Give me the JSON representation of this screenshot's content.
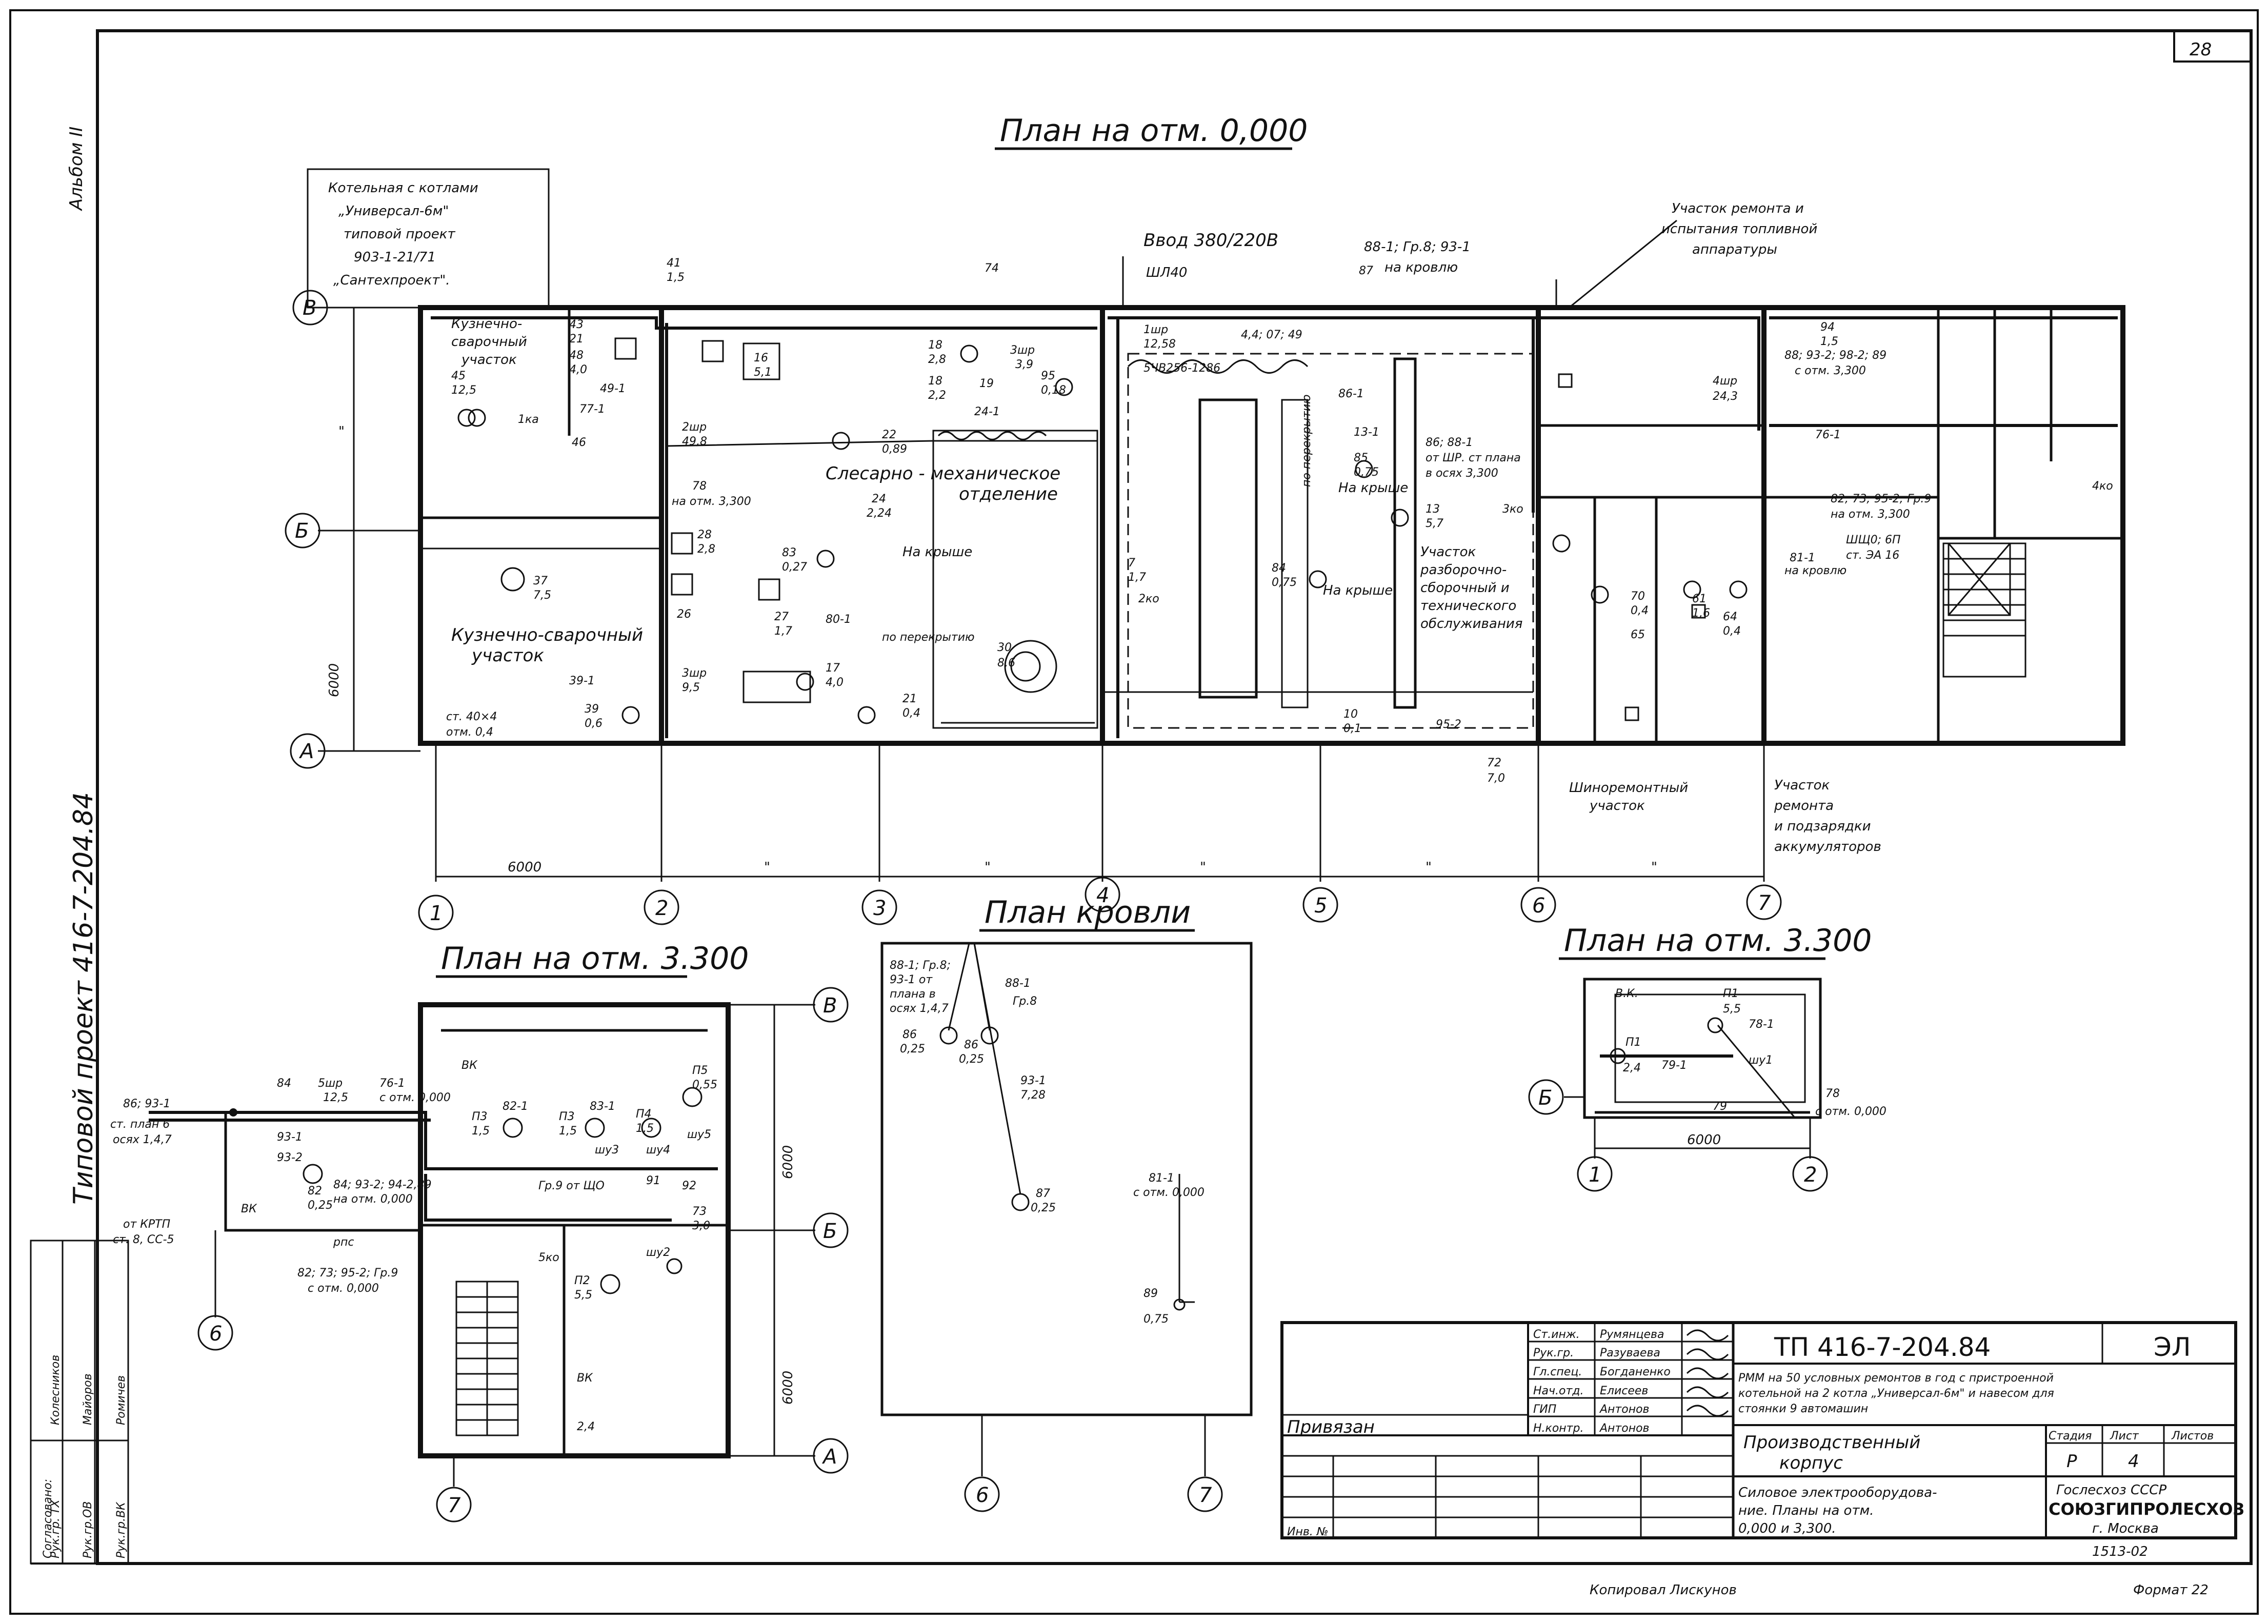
{
  "sheet": {
    "page_number": "28",
    "album": "Альбом II",
    "project_vertical": "Типовой проект 416-7-204.84",
    "approved": "Согласовано:",
    "approvals": [
      "Рук.гр. ТХ",
      "Рук.гр.ОВ",
      "Рук.гр.ВК"
    ],
    "approval_names": [
      "Колесников",
      "Майоров",
      "Ромичев"
    ]
  },
  "plan_main": {
    "title": "План на отм. 0,000",
    "boiler_note": [
      "Котельная с котлами",
      "„Универсал-6м\"",
      "типовой проект",
      "903-1-21/71",
      "„Сантехпроект\"."
    ],
    "input_label": "Ввод 380/220В",
    "input_cable": "ШЛ40",
    "roof_note": [
      "88-1; Гр.8; 93-1",
      "на кровлю"
    ],
    "repair_note": [
      "Участок ремонта и",
      "испытания топливной",
      "аппаратуры"
    ],
    "rooms": {
      "forge_top": [
        "Кузнечно-",
        "сварочный",
        "участок"
      ],
      "forge_main": [
        "Кузнечно-сварочный",
        "участок"
      ],
      "locksmith": [
        "Слесарно - механическое",
        "отделение"
      ],
      "assembly": [
        "Участок",
        "разборочно-",
        "сборочный и",
        "технического",
        "обслуживания"
      ],
      "tire": [
        "Шиноремонтный",
        "участок"
      ],
      "battery": [
        "Участок",
        "ремонта",
        "и подзарядки",
        "аккумуляторов"
      ]
    },
    "notes": {
      "strip": [
        "ст. 40×4",
        "отм. 0,4"
      ],
      "na_otm": "на отм. 3,300",
      "on_roof1": "На крыше",
      "on_roof2": "На крыше",
      "on_roof3": "На крыше",
      "ceiling1": "по перекрытию",
      "ceiling2": "по перекрытию",
      "na_krovle": "на кровлю",
      "from_shr": [
        "86; 88-1",
        "от ШР. ст плана",
        "в осях 3,300"
      ],
      "riser_82": [
        "82; 73; 95-2; Гр.9",
        "на отм. 3,300"
      ],
      "riser_88": [
        "88; 93-2; 98-2; 89",
        "с отм. 3,300"
      ],
      "shu_ref": [
        "ШЩ0; 6П",
        "ст. ЭА 16"
      ],
      "cable_label": "4,4; 07; 49",
      "cable_label2": "5ЧВ256-1286"
    },
    "labels": [
      {
        "id": "41",
        "val": "1,5"
      },
      {
        "id": "43",
        "val": "21"
      },
      {
        "id": "48",
        "val": "4,0"
      },
      {
        "id": "45",
        "val": "12,5"
      },
      {
        "id": "1ка",
        "val": ""
      },
      {
        "id": "49-1",
        "val": ""
      },
      {
        "id": "77-1",
        "val": ""
      },
      {
        "id": "46",
        "val": ""
      },
      {
        "id": "74",
        "val": ""
      },
      {
        "id": "18",
        "val": "2,8"
      },
      {
        "id": "18",
        "val": "2,2"
      },
      {
        "id": "16",
        "val": "5,1"
      },
      {
        "id": "19",
        "val": ""
      },
      {
        "id": "95",
        "val": "0,18"
      },
      {
        "id": "3шр",
        "val": "3,9"
      },
      {
        "id": "22",
        "val": "0,89"
      },
      {
        "id": "24",
        "val": "2,24"
      },
      {
        "id": "24-1",
        "val": ""
      },
      {
        "id": "2шр",
        "val": "49,8"
      },
      {
        "id": "78",
        "val": ""
      },
      {
        "id": "37",
        "val": "7,5"
      },
      {
        "id": "28",
        "val": "2,8"
      },
      {
        "id": "26",
        "val": ""
      },
      {
        "id": "83",
        "val": "0,27"
      },
      {
        "id": "27",
        "val": "1,7"
      },
      {
        "id": "17",
        "val": "4,0"
      },
      {
        "id": "80-1",
        "val": ""
      },
      {
        "id": "30",
        "val": "8,6"
      },
      {
        "id": "21",
        "val": "0,4"
      },
      {
        "id": "3шр",
        "val": "9,5"
      },
      {
        "id": "39-1",
        "val": ""
      },
      {
        "id": "39",
        "val": "0,6"
      },
      {
        "id": "1шр",
        "val": "12,58"
      },
      {
        "id": "7",
        "val": "1,7"
      },
      {
        "id": "2ко",
        "val": ""
      },
      {
        "id": "10",
        "val": "0,1"
      },
      {
        "id": "84",
        "val": "0,75"
      },
      {
        "id": "85",
        "val": "0,75"
      },
      {
        "id": "13",
        "val": "5,7"
      },
      {
        "id": "13-1",
        "val": ""
      },
      {
        "id": "86-1",
        "val": ""
      },
      {
        "id": "87",
        "val": ""
      },
      {
        "id": "95-2",
        "val": ""
      },
      {
        "id": "72",
        "val": "7,0"
      },
      {
        "id": "3ко",
        "val": ""
      },
      {
        "id": "94",
        "val": "1,5"
      },
      {
        "id": "4шр",
        "val": "24,3"
      },
      {
        "id": "76-1",
        "val": ""
      },
      {
        "id": "70",
        "val": "0,4"
      },
      {
        "id": "65",
        "val": ""
      },
      {
        "id": "64",
        "val": "0,4"
      },
      {
        "id": "61",
        "val": "1,6"
      },
      {
        "id": "81-1",
        "val": ""
      },
      {
        "id": "4ко",
        "val": ""
      }
    ],
    "axes_numbers": [
      "1",
      "2",
      "3",
      "4",
      "5",
      "6",
      "7"
    ],
    "axes_letters": [
      "В",
      "Б",
      "А"
    ],
    "dim_6000": "6000",
    "dim_mark": "\""
  },
  "plan_roof": {
    "title": "План кровли",
    "note": [
      "88-1; Гр.8;",
      "93-1 от",
      "плана в",
      "осях 1,4,7"
    ],
    "labels": [
      "88-1",
      "Гр.8",
      "86",
      "0,25",
      "86",
      "0,25",
      "93-1",
      "7,28",
      "87",
      "0,25",
      "81-1",
      "с отм. 0,000",
      "89",
      "0,75"
    ],
    "axes": [
      "6",
      "7"
    ]
  },
  "plan_33_left": {
    "title": "План на отм. 3.300",
    "riser": [
      "86; 93-1",
      "ст. план 6",
      "осях 1,4,7"
    ],
    "labels": [
      "84",
      "5шр",
      "12,5",
      "76-1",
      "с отм. 0,000",
      "93-1",
      "93-2",
      "82",
      "0,25",
      "84; 93-2; 94-2,89",
      "на отм. 0,000",
      "ВК",
      "П3",
      "1,5",
      "82-1",
      "П3",
      "1,5",
      "83-1",
      "П4",
      "1,5",
      "П5",
      "0,55",
      "шу3",
      "шу4",
      "шу5",
      "Гр.9 от ЩО",
      "91",
      "92",
      "ВК",
      "рпс",
      "82; 73; 95-2; Гр.9",
      "с отм. 0,000",
      "73",
      "3,0",
      "5ко",
      "шу2",
      "П2",
      "5,5",
      "ВК",
      "2,4"
    ],
    "earth": [
      "от КРТП",
      "ст. 8, СС-5"
    ],
    "axes": [
      "В",
      "Б",
      "А",
      "6",
      "7"
    ],
    "dim": "6000"
  },
  "plan_33_right": {
    "title": "План на отм. 3.300",
    "labels": [
      "В.К.",
      "П1",
      "5,5",
      "78-1",
      "П1",
      "2,4",
      "79-1",
      "шу1",
      "79",
      "78",
      "с отм. 0,000"
    ],
    "axes": [
      "Б",
      "1",
      "2"
    ],
    "dim": "6000"
  },
  "stamp": {
    "code": "ТП 416-7-204.84",
    "mark": "ЭЛ",
    "roles": [
      "Ст.инж.",
      "Рук.гр.",
      "Гл.спец.",
      "Нач.отд.",
      "ГИП",
      "Н.контр."
    ],
    "names": [
      "Румянцева",
      "Разуваева",
      "Богданенко",
      "Елисеев",
      "Антонов",
      "Антонов"
    ],
    "description": [
      "РММ на 50 условных ремонтов в год с пристроенной",
      "котельной на 2 котла „Универсал-6м\" и навесом для",
      "стоянки 9 автомашин"
    ],
    "building": [
      "Производственный",
      "корпус"
    ],
    "sheet_title": [
      "Силовое электрооборудова-",
      "ние. Планы на отм.",
      "0,000 и 3,300."
    ],
    "stage_h": "Стадия",
    "sheet_h": "Лист",
    "sheets_h": "Листов",
    "stage": "Р",
    "sheet_no": "4",
    "sheets": "",
    "org": [
      "Гослесхоз СССР",
      "СОЮЗГИПРОЛЕСХОЗ",
      "г. Москва"
    ],
    "tied": "Привязан",
    "inv": "Инв. №",
    "number": "1513-02"
  },
  "footer": {
    "copied": "Копировал  Лискунов",
    "format": "Формат 22"
  }
}
